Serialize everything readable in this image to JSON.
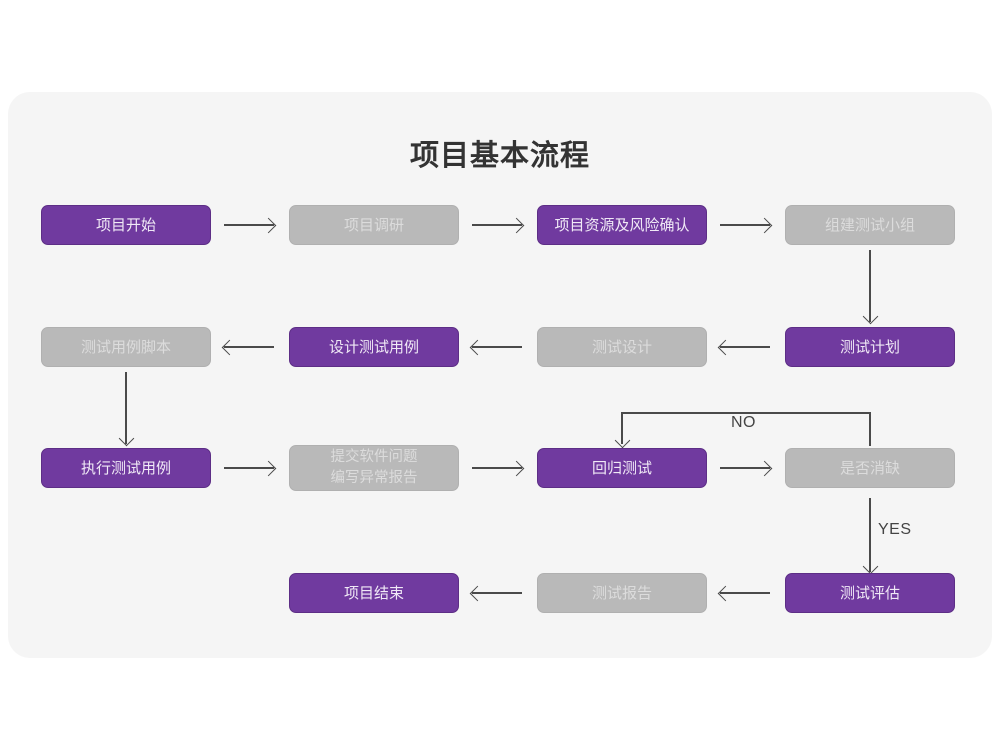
{
  "page": {
    "title": "项目基本流程",
    "card_bg": "#f5f5f5",
    "accent_purple": "#703a9f",
    "muted_gray": "#b9b9b9"
  },
  "nodes": {
    "project_start": {
      "label": "项目开始",
      "style": "purple"
    },
    "project_research": {
      "label": "项目调研",
      "style": "gray"
    },
    "resource_risk": {
      "label": "项目资源及风险确认",
      "style": "purple"
    },
    "build_team": {
      "label": "组建测试小组",
      "style": "gray"
    },
    "test_plan": {
      "label": "测试计划",
      "style": "purple"
    },
    "test_design": {
      "label": "测试设计",
      "style": "gray"
    },
    "design_cases": {
      "label": "设计测试用例",
      "style": "purple"
    },
    "case_scripts": {
      "label": "测试用例脚本",
      "style": "gray"
    },
    "execute_cases": {
      "label": "执行测试用例",
      "style": "purple"
    },
    "submit_issues": {
      "label": "提交软件问题\n编写异常报告",
      "style": "gray"
    },
    "regression_test": {
      "label": "回归测试",
      "style": "purple"
    },
    "defect_cleared": {
      "label": "是否消缺",
      "style": "gray"
    },
    "test_evaluation": {
      "label": "测试评估",
      "style": "purple"
    },
    "test_report": {
      "label": "测试报告",
      "style": "gray"
    },
    "project_end": {
      "label": "项目结束",
      "style": "purple"
    }
  },
  "edges": {
    "no_label": "NO",
    "yes_label": "YES"
  }
}
